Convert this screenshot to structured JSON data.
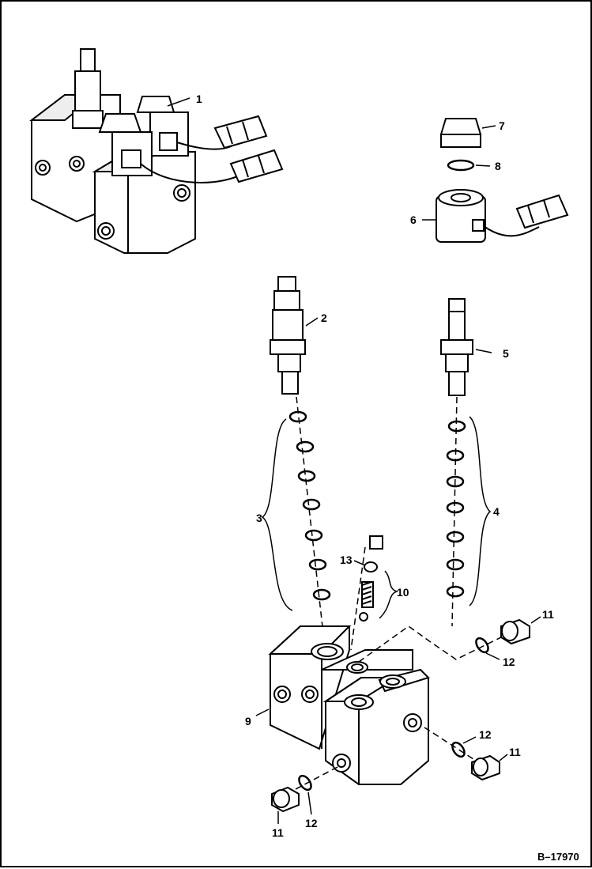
{
  "drawing": {
    "reference_number": "B–17970",
    "callouts": {
      "c1": "1",
      "c2": "2",
      "c3": "3",
      "c4": "4",
      "c5": "5",
      "c6": "6",
      "c7": "7",
      "c8": "8",
      "c9": "9",
      "c10": "10",
      "c11a": "11",
      "c11b": "11",
      "c11c": "11",
      "c12a": "12",
      "c12b": "12",
      "c12c": "12",
      "c13": "13"
    }
  }
}
